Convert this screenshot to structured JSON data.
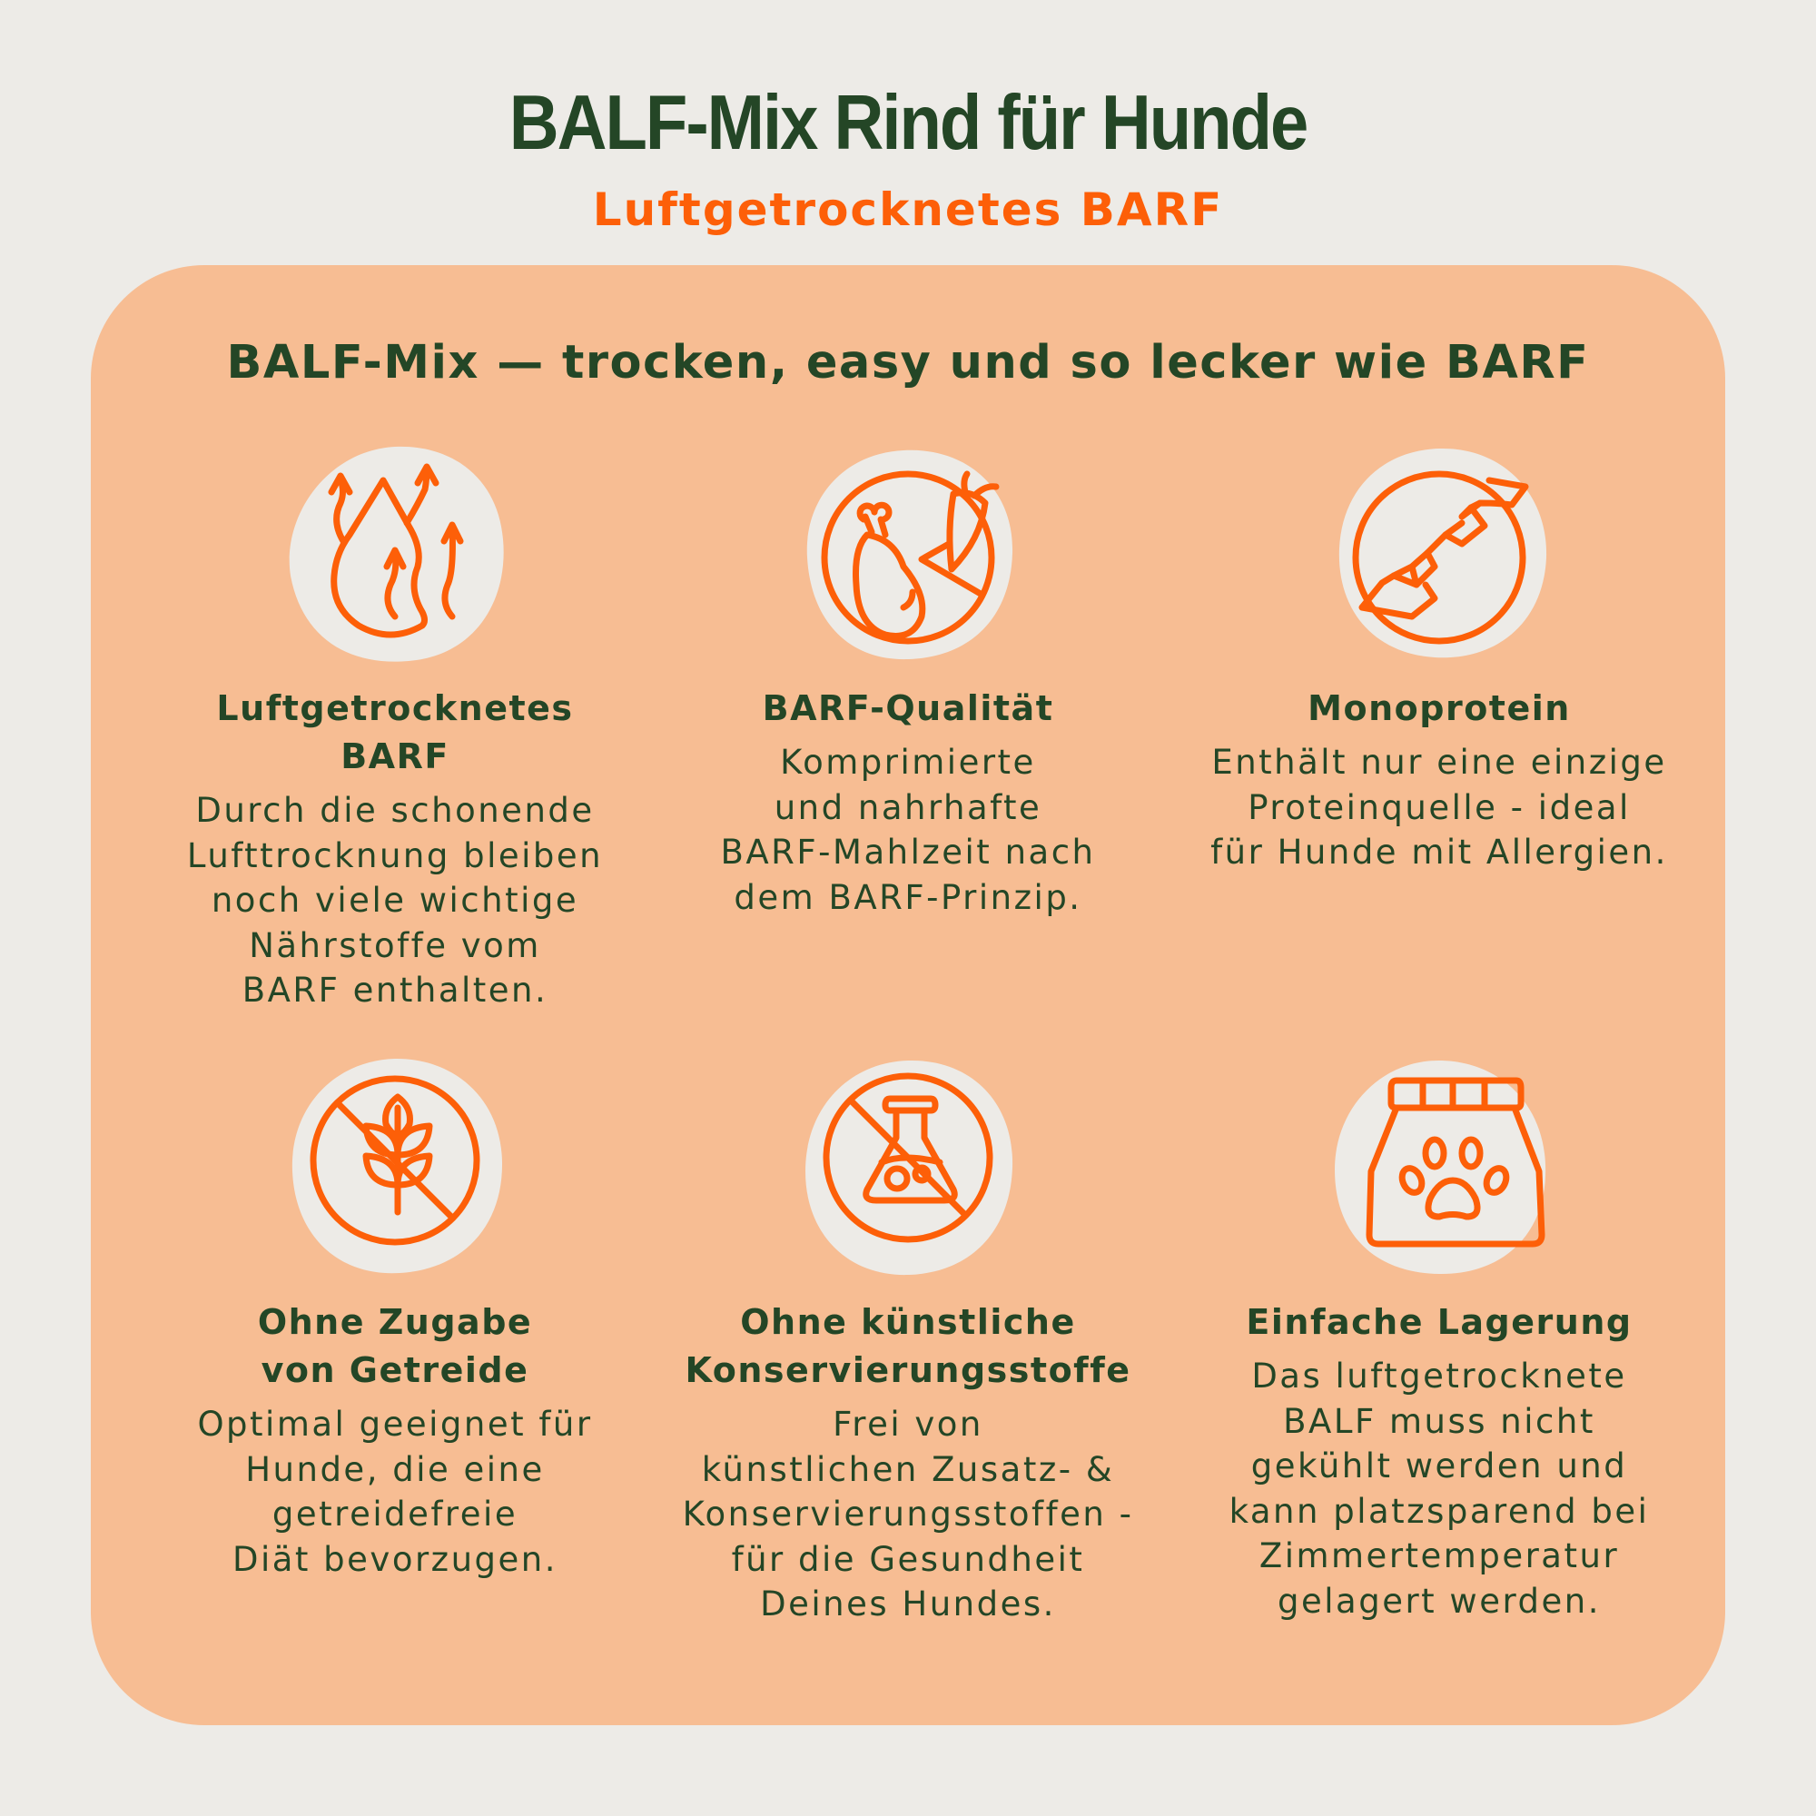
{
  "header": {
    "title": "BALF-Mix Rind für Hunde",
    "subtitle": "Luftgetrocknetes BARF"
  },
  "card": {
    "heading": "BALF-Mix — trocken, easy und so lecker wie BARF",
    "features": [
      {
        "icon": "air-dried-drop-icon",
        "title": "Luftgetrocknetes\nBARF",
        "description": "Durch die schonende\nLufttrocknung bleiben\nnoch viele wichtige\nNährstoffe vom\nBARF enthalten."
      },
      {
        "icon": "meat-and-vegetable-plate-icon",
        "title": "BARF-Qualität",
        "description": "Komprimierte\nund nahrhafte\nBARF-Mahlzeit nach\ndem BARF-Prinzip."
      },
      {
        "icon": "single-protein-ribbon-icon",
        "title": "Monoprotein",
        "description": "Enthält nur eine einzige\nProteinquelle - ideal\nfür Hunde mit Allergien."
      },
      {
        "icon": "no-grain-icon",
        "title": "Ohne Zugabe\nvon Getreide",
        "description": "Optimal geeignet für\nHunde, die eine\ngetreidefreie\nDiät bevorzugen."
      },
      {
        "icon": "no-preservatives-flask-icon",
        "title": "Ohne künstliche\nKonservierungsstoffe",
        "description": "Frei von\nkünstlichen Zusatz- &\nKonservierungsstoffen -\nfür die Gesundheit\nDeines Hundes."
      },
      {
        "icon": "pet-food-bag-paw-icon",
        "title": "Einfache Lagerung",
        "description": "Das luftgetrocknete\nBALF muss nicht\ngekühlt werden und\nkann platzsparend bei\nZimmertemperatur\ngelagert werden."
      }
    ]
  },
  "colors": {
    "background": "#edebe7",
    "card": "#f7bd93",
    "text_dark_green": "#244626",
    "accent_orange": "#fd5f08",
    "icon_blob": "#edebe7"
  }
}
